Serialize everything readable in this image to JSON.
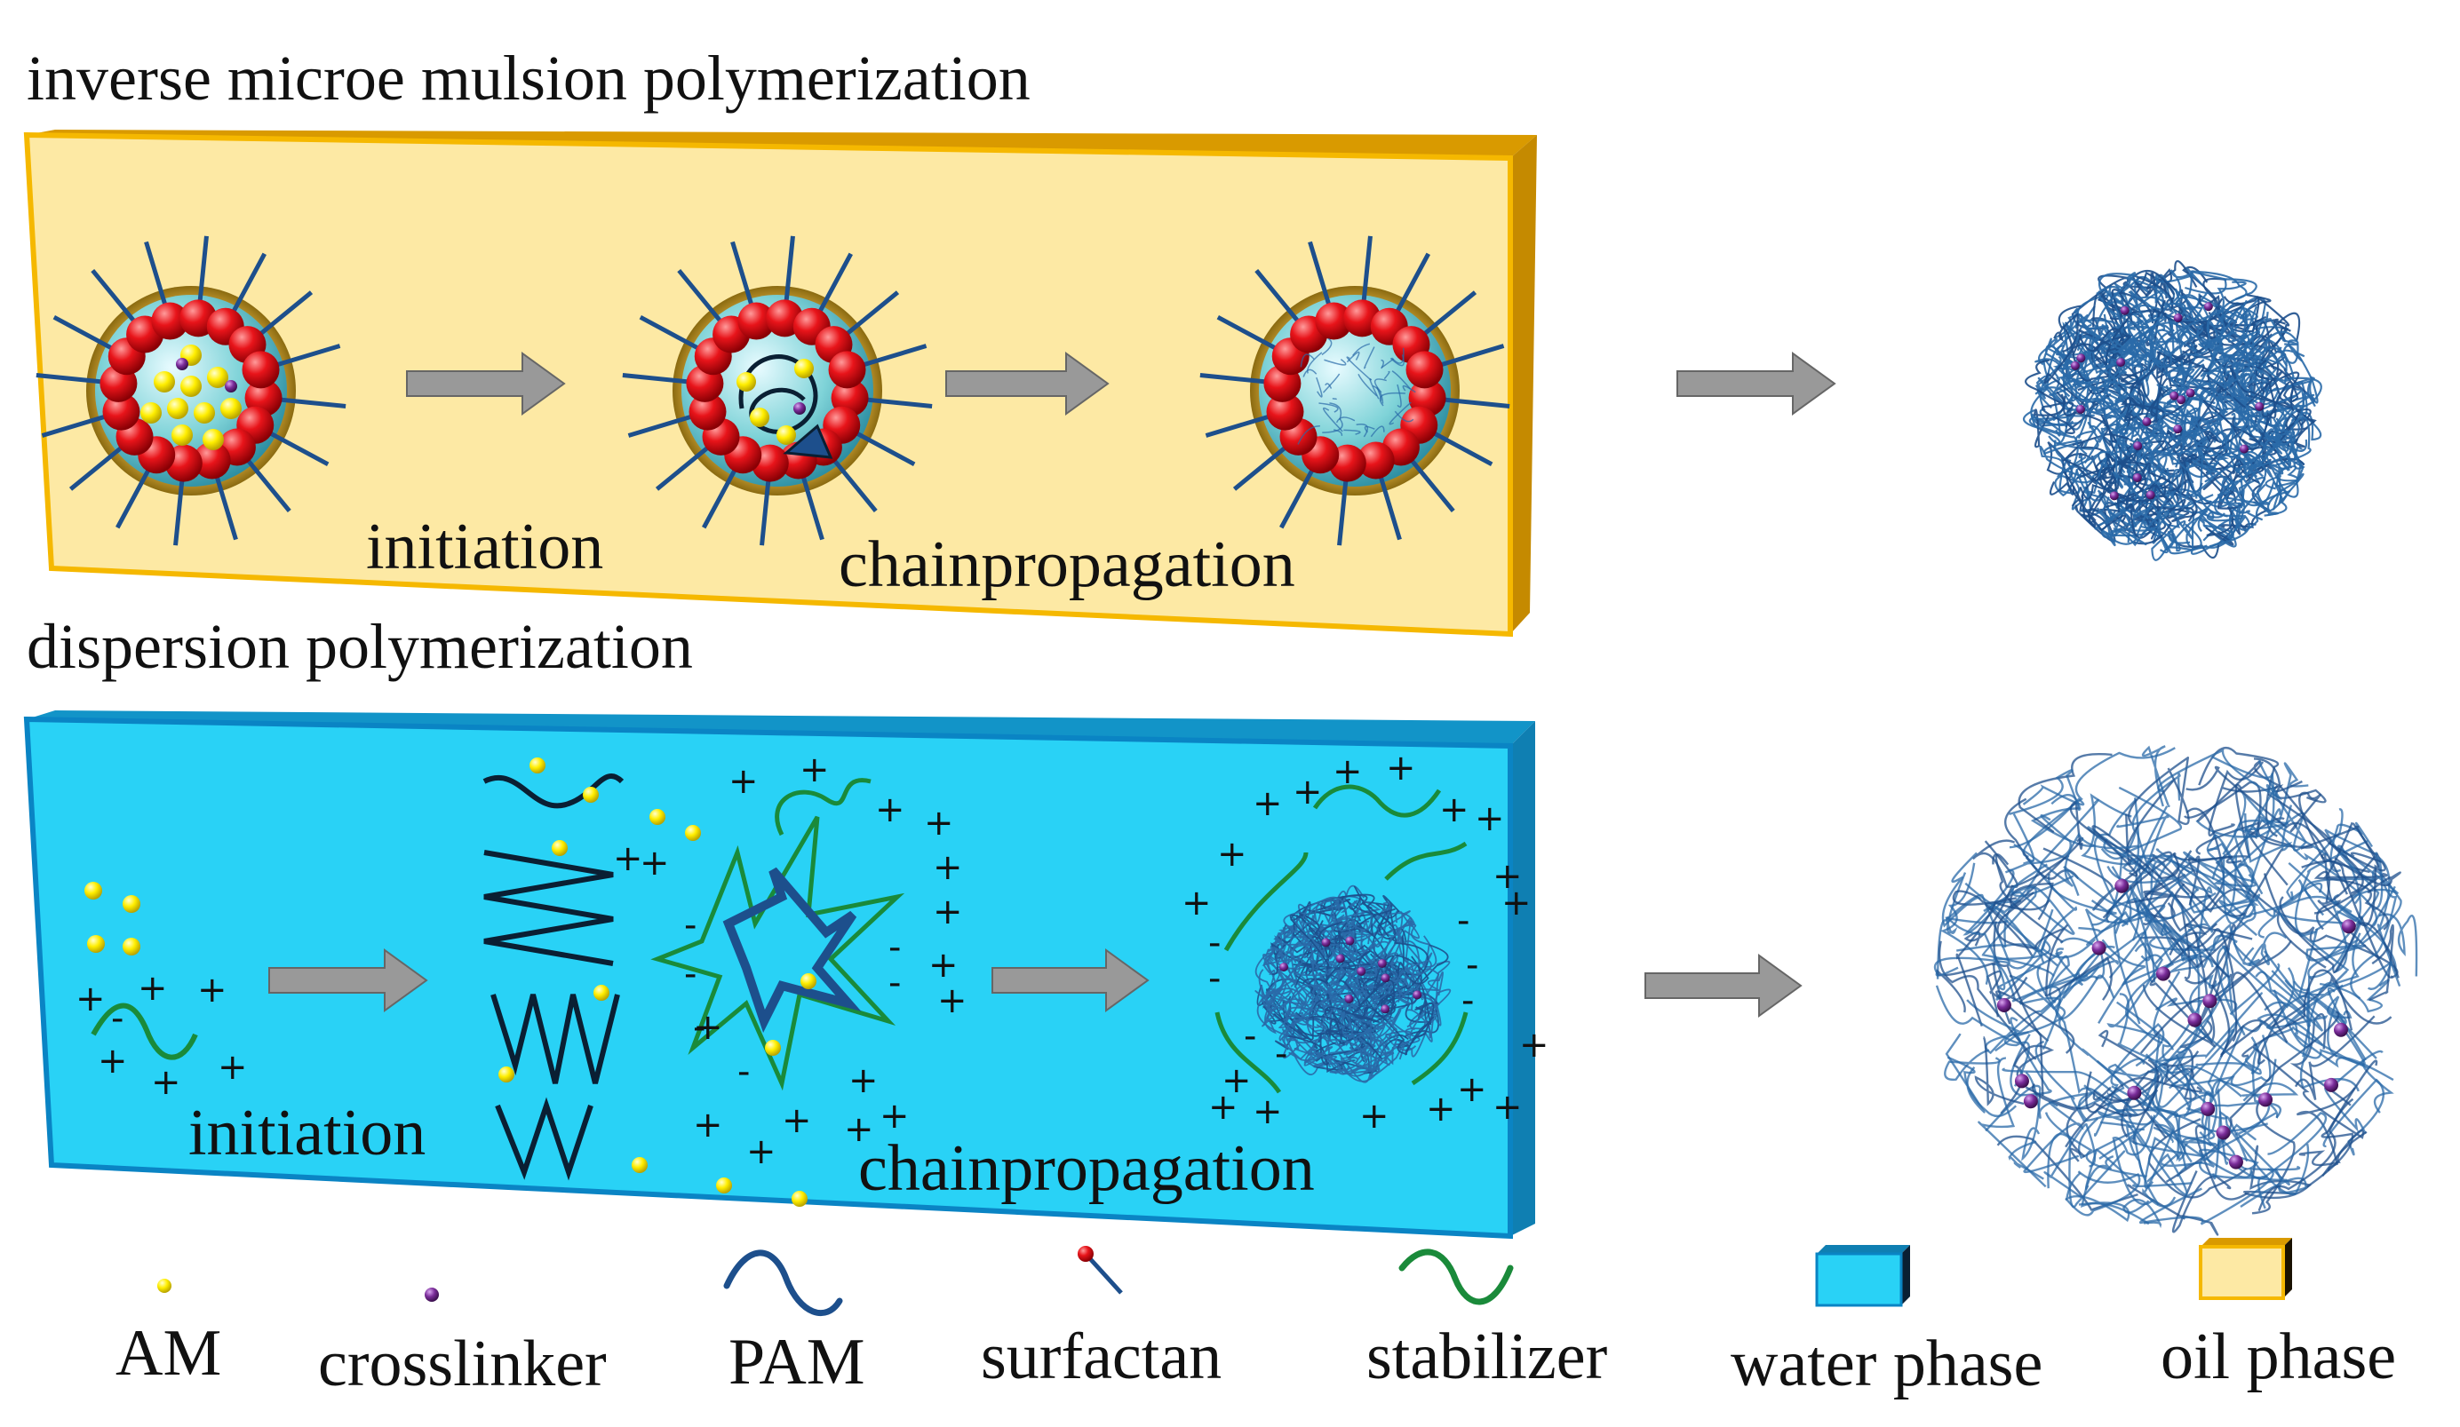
{
  "sections": {
    "inverse": {
      "title": "inverse microe mulsion polymerization",
      "step1_label": "initiation",
      "step2_label": "chainpropagation"
    },
    "dispersion": {
      "title": "dispersion polymerization",
      "step1_label": "initiation",
      "step2_label": "chainpropagation"
    }
  },
  "legend": {
    "items": [
      {
        "label": "AM",
        "icon": "yellow-ball-icon"
      },
      {
        "label": "crosslinker",
        "icon": "purple-ball-icon"
      },
      {
        "label": "PAM",
        "icon": "dark-blue-wave-icon"
      },
      {
        "label": "surfactan",
        "icon": "surfactant-pin-icon"
      },
      {
        "label": "stabilizer",
        "icon": "green-wave-icon"
      },
      {
        "label": "water phase",
        "icon": "blue-box-icon"
      },
      {
        "label": "oil phase",
        "icon": "yellow-box-icon"
      }
    ]
  },
  "colors": {
    "oil_phase": "#fde9a4",
    "oil_edge": "#f5b800",
    "water_phase": "#29d2f6",
    "water_edge": "#0a84c4",
    "surfactant_head": "#e8141a",
    "am": "#ffee00",
    "crosslinker": "#7b2d9a",
    "pam": "#1d4f8c",
    "stabilizer": "#1a8a3a",
    "arrow": "#999999"
  }
}
